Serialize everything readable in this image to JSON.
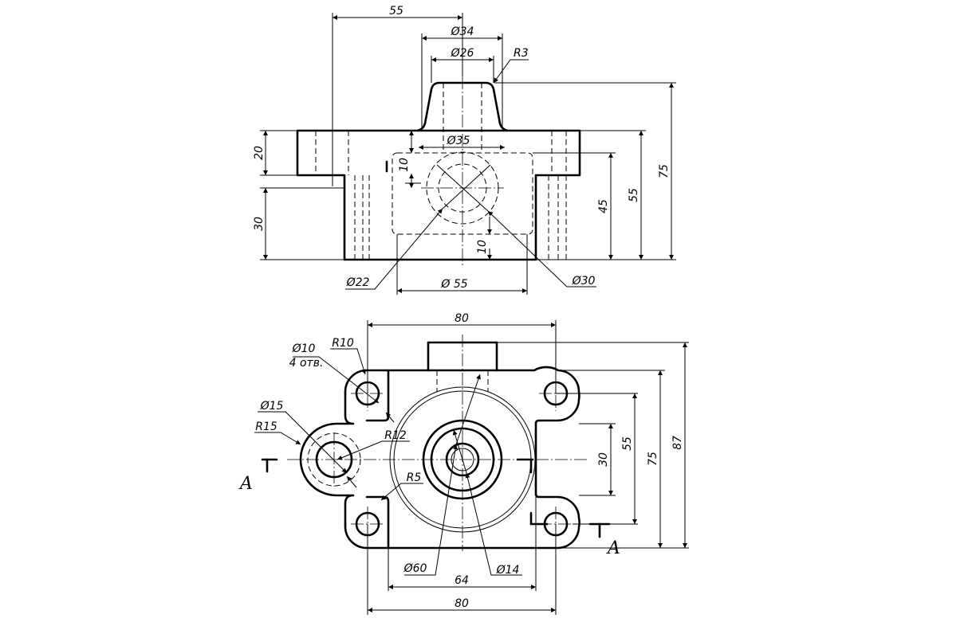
{
  "front_view": {
    "top_width_label": "55",
    "boss_outer_label": "Ø34",
    "boss_inner_label": "Ø26",
    "fillet_label": "R3",
    "flange_height_label": "20",
    "base_height_label": "30",
    "overall_height_label": "75",
    "flange_top_label": "55",
    "inner_height_label": "45",
    "upper_step_label": "10",
    "lower_step_label": "10",
    "bore_label": "Ø35",
    "hole_label": "Ø22",
    "counterbore_label": "Ø30",
    "base_diam_label": "Ø 55"
  },
  "top_view": {
    "overall_width_label": "80",
    "hole_label": "Ø10",
    "hole_count_label": "4 отв.",
    "corner_radius_label": "R10",
    "lug_hole_label": "Ø15",
    "lug_radius_label": "R15",
    "lug_fillet_label": "R12",
    "inner_fillet_label": "R5",
    "cylinder_label": "Ø60",
    "bore_label": "Ø14",
    "hole_spacing_label": "64",
    "base_width_label": "80",
    "dim_30_label": "30",
    "dim_55_label": "55",
    "dim_75_label": "75",
    "dim_87_label": "87",
    "section_letter": "A"
  }
}
